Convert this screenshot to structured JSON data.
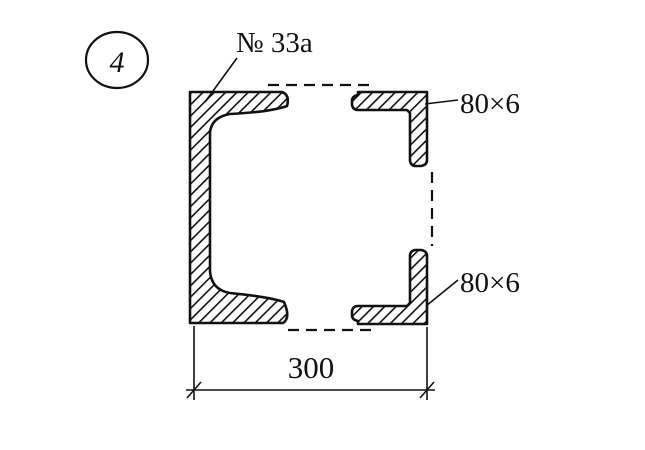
{
  "figure_number": "4",
  "channel_label": "№ 33a",
  "angle_top_label": "80×6",
  "angle_bottom_label": "80×6",
  "width_dimension": "300",
  "colors": {
    "ink": "#111111",
    "background": "#ffffff"
  }
}
